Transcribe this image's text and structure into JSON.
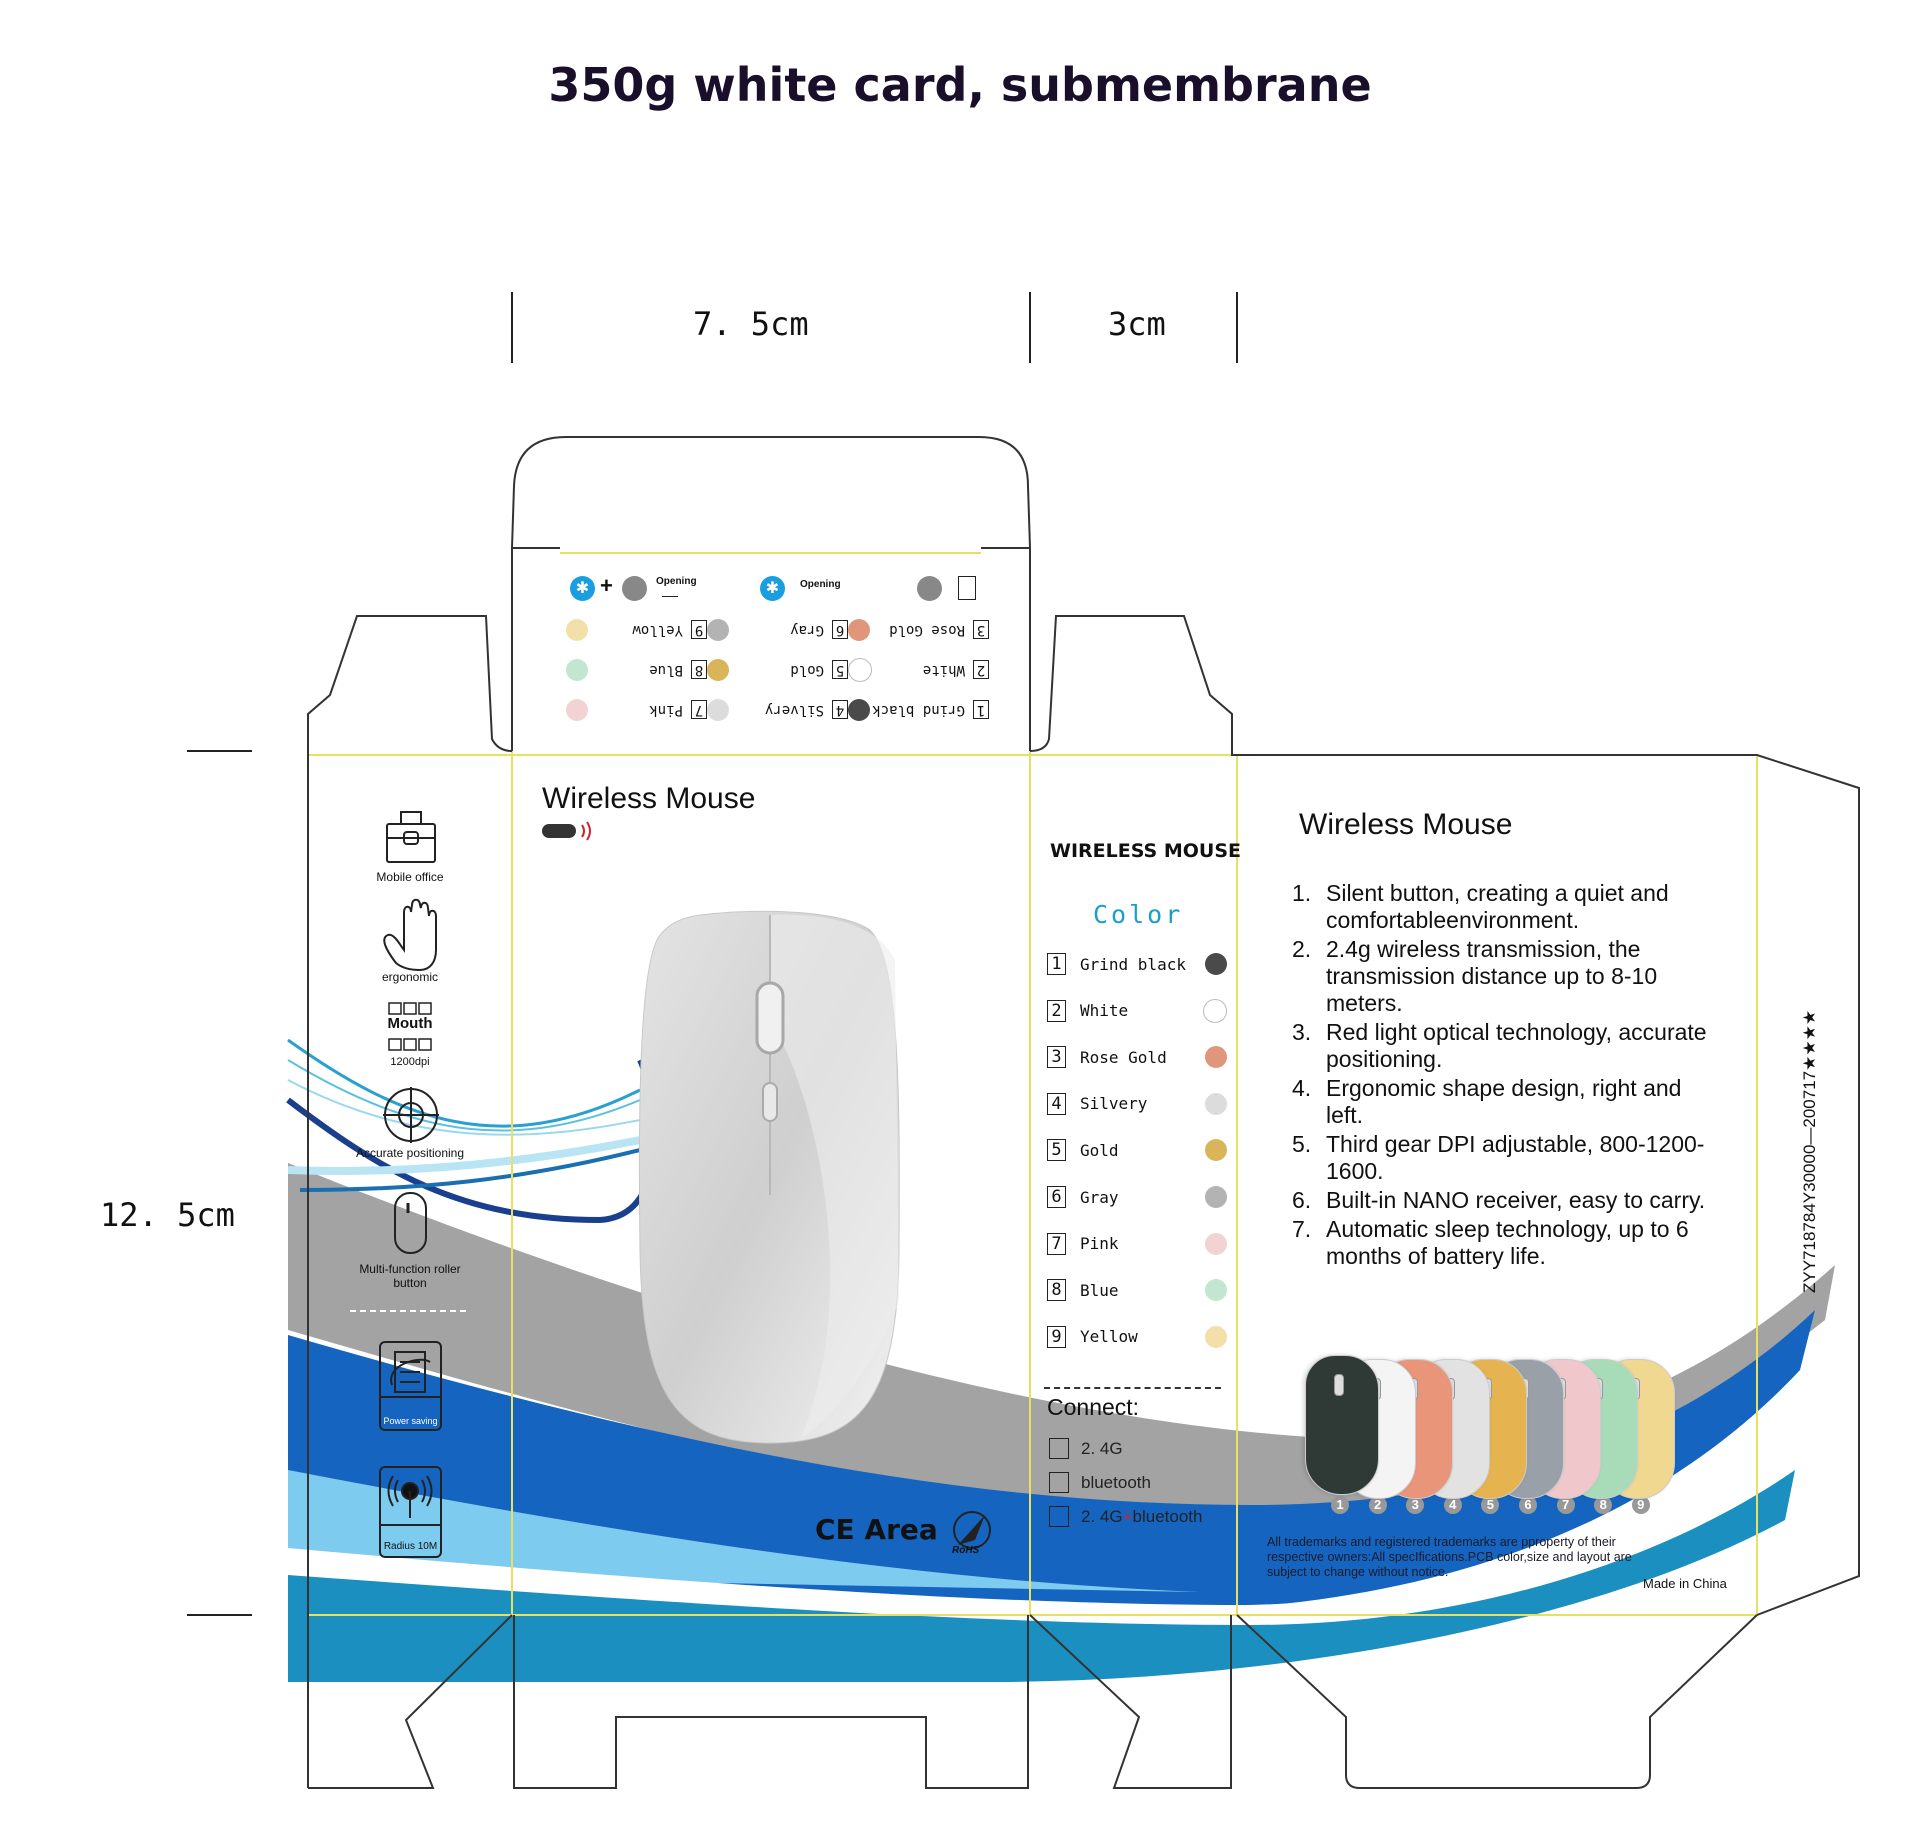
{
  "title": "350g white card, submembrane",
  "dimensions": {
    "front_width": "7. 5cm",
    "side_width": "3cm",
    "height": "12. 5cm"
  },
  "left_panel": {
    "features": [
      {
        "icon": "briefcase-icon",
        "label": "Mobile office"
      },
      {
        "icon": "hand-icon",
        "label": "ergonomic"
      },
      {
        "icon": "dpi-icon",
        "label": "Mouth",
        "sub": "1200dpi"
      },
      {
        "icon": "crosshair-icon",
        "label": "Accurate positioning"
      },
      {
        "icon": "mouse-icon",
        "label": "Multi-function roller button"
      },
      {
        "icon": "battery-icon",
        "label": "Power saving"
      },
      {
        "icon": "signal-icon",
        "label": "Radius 10M"
      }
    ]
  },
  "top_flap": {
    "opening_label_1": "Opening",
    "opening_label_2": "Opening",
    "plus": "+",
    "colors": [
      {
        "n": "1",
        "name": "Grind black",
        "color": "#4a4a4a"
      },
      {
        "n": "4",
        "name": "Silvery",
        "color": "#dcdcdc"
      },
      {
        "n": "7",
        "name": "Pink",
        "color": "#f2d2d2"
      },
      {
        "n": "2",
        "name": "White",
        "color": "#ffffff"
      },
      {
        "n": "5",
        "name": "Gold",
        "color": "#d9b55a"
      },
      {
        "n": "8",
        "name": "Blue",
        "color": "#c2e6d0"
      },
      {
        "n": "3",
        "name": "Rose Gold",
        "color": "#e0967a"
      },
      {
        "n": "6",
        "name": "Gray",
        "color": "#b3b3b3"
      },
      {
        "n": "9",
        "name": "Yellow",
        "color": "#f2e0a8"
      }
    ]
  },
  "front": {
    "title": "Wireless Mouse",
    "ce_label": "CE Area",
    "rohs_label": "RoHS"
  },
  "side": {
    "heading": "WIRELESS MOUSE",
    "color_heading": "Color",
    "colors": [
      {
        "n": "1",
        "name": "Grind black",
        "color": "#4a4a4a"
      },
      {
        "n": "2",
        "name": "White",
        "color": "#ffffff"
      },
      {
        "n": "3",
        "name": "Rose Gold",
        "color": "#e0967a"
      },
      {
        "n": "4",
        "name": "Silvery",
        "color": "#dcdcdc"
      },
      {
        "n": "5",
        "name": "Gold",
        "color": "#d9b55a"
      },
      {
        "n": "6",
        "name": "Gray",
        "color": "#b3b3b3"
      },
      {
        "n": "7",
        "name": "Pink",
        "color": "#f2d2d2"
      },
      {
        "n": "8",
        "name": "Blue",
        "color": "#c2e6d0"
      },
      {
        "n": "9",
        "name": "Yellow",
        "color": "#f2e0a8"
      }
    ],
    "connect_label": "Connect:",
    "connect_options": [
      "2. 4G",
      "bluetooth",
      "2. 4G",
      "+",
      "bluetooth"
    ]
  },
  "back": {
    "title": "Wireless Mouse",
    "features": [
      "Silent button, creating a quiet and comfortableenvironment.",
      "2.4g wireless transmission, the transmission distance up to 8-10 meters.",
      "Red light optical technology, accurate positioning.",
      "Ergonomic shape design, right and left.",
      "Third gear DPI adjustable, 800-1200-1600.",
      "Built-in NANO receiver, easy to carry.",
      "Automatic sleep technology, up to 6 months of battery life."
    ],
    "mouse_colors": [
      "#2f3a36",
      "#f4f4f4",
      "#e8957a",
      "#e2e2e2",
      "#e5b450",
      "#9aa0a8",
      "#f0c8cc",
      "#a8dcb8",
      "#f0d890"
    ],
    "mouse_numbers": [
      "1",
      "2",
      "3",
      "4",
      "5",
      "6",
      "7",
      "8",
      "9"
    ],
    "disclaimer": "All trademarks and registered trademarks are pproperty of their respective owners:All specIfications.PCB color,size and layout are subject to change without notice.",
    "made_in": "Made in China"
  },
  "glue_flap": {
    "code": "ZYY718784Y30000—200717★★★★"
  },
  "colors": {
    "fold_line": "#e8e060",
    "cut_line": "#333333",
    "dark_blue": "#1565c0",
    "light_blue": "#7ecbf0",
    "teal": "#1a8fc0",
    "gray_band": "#a3a3a3",
    "accent": "#1aa0c8"
  }
}
